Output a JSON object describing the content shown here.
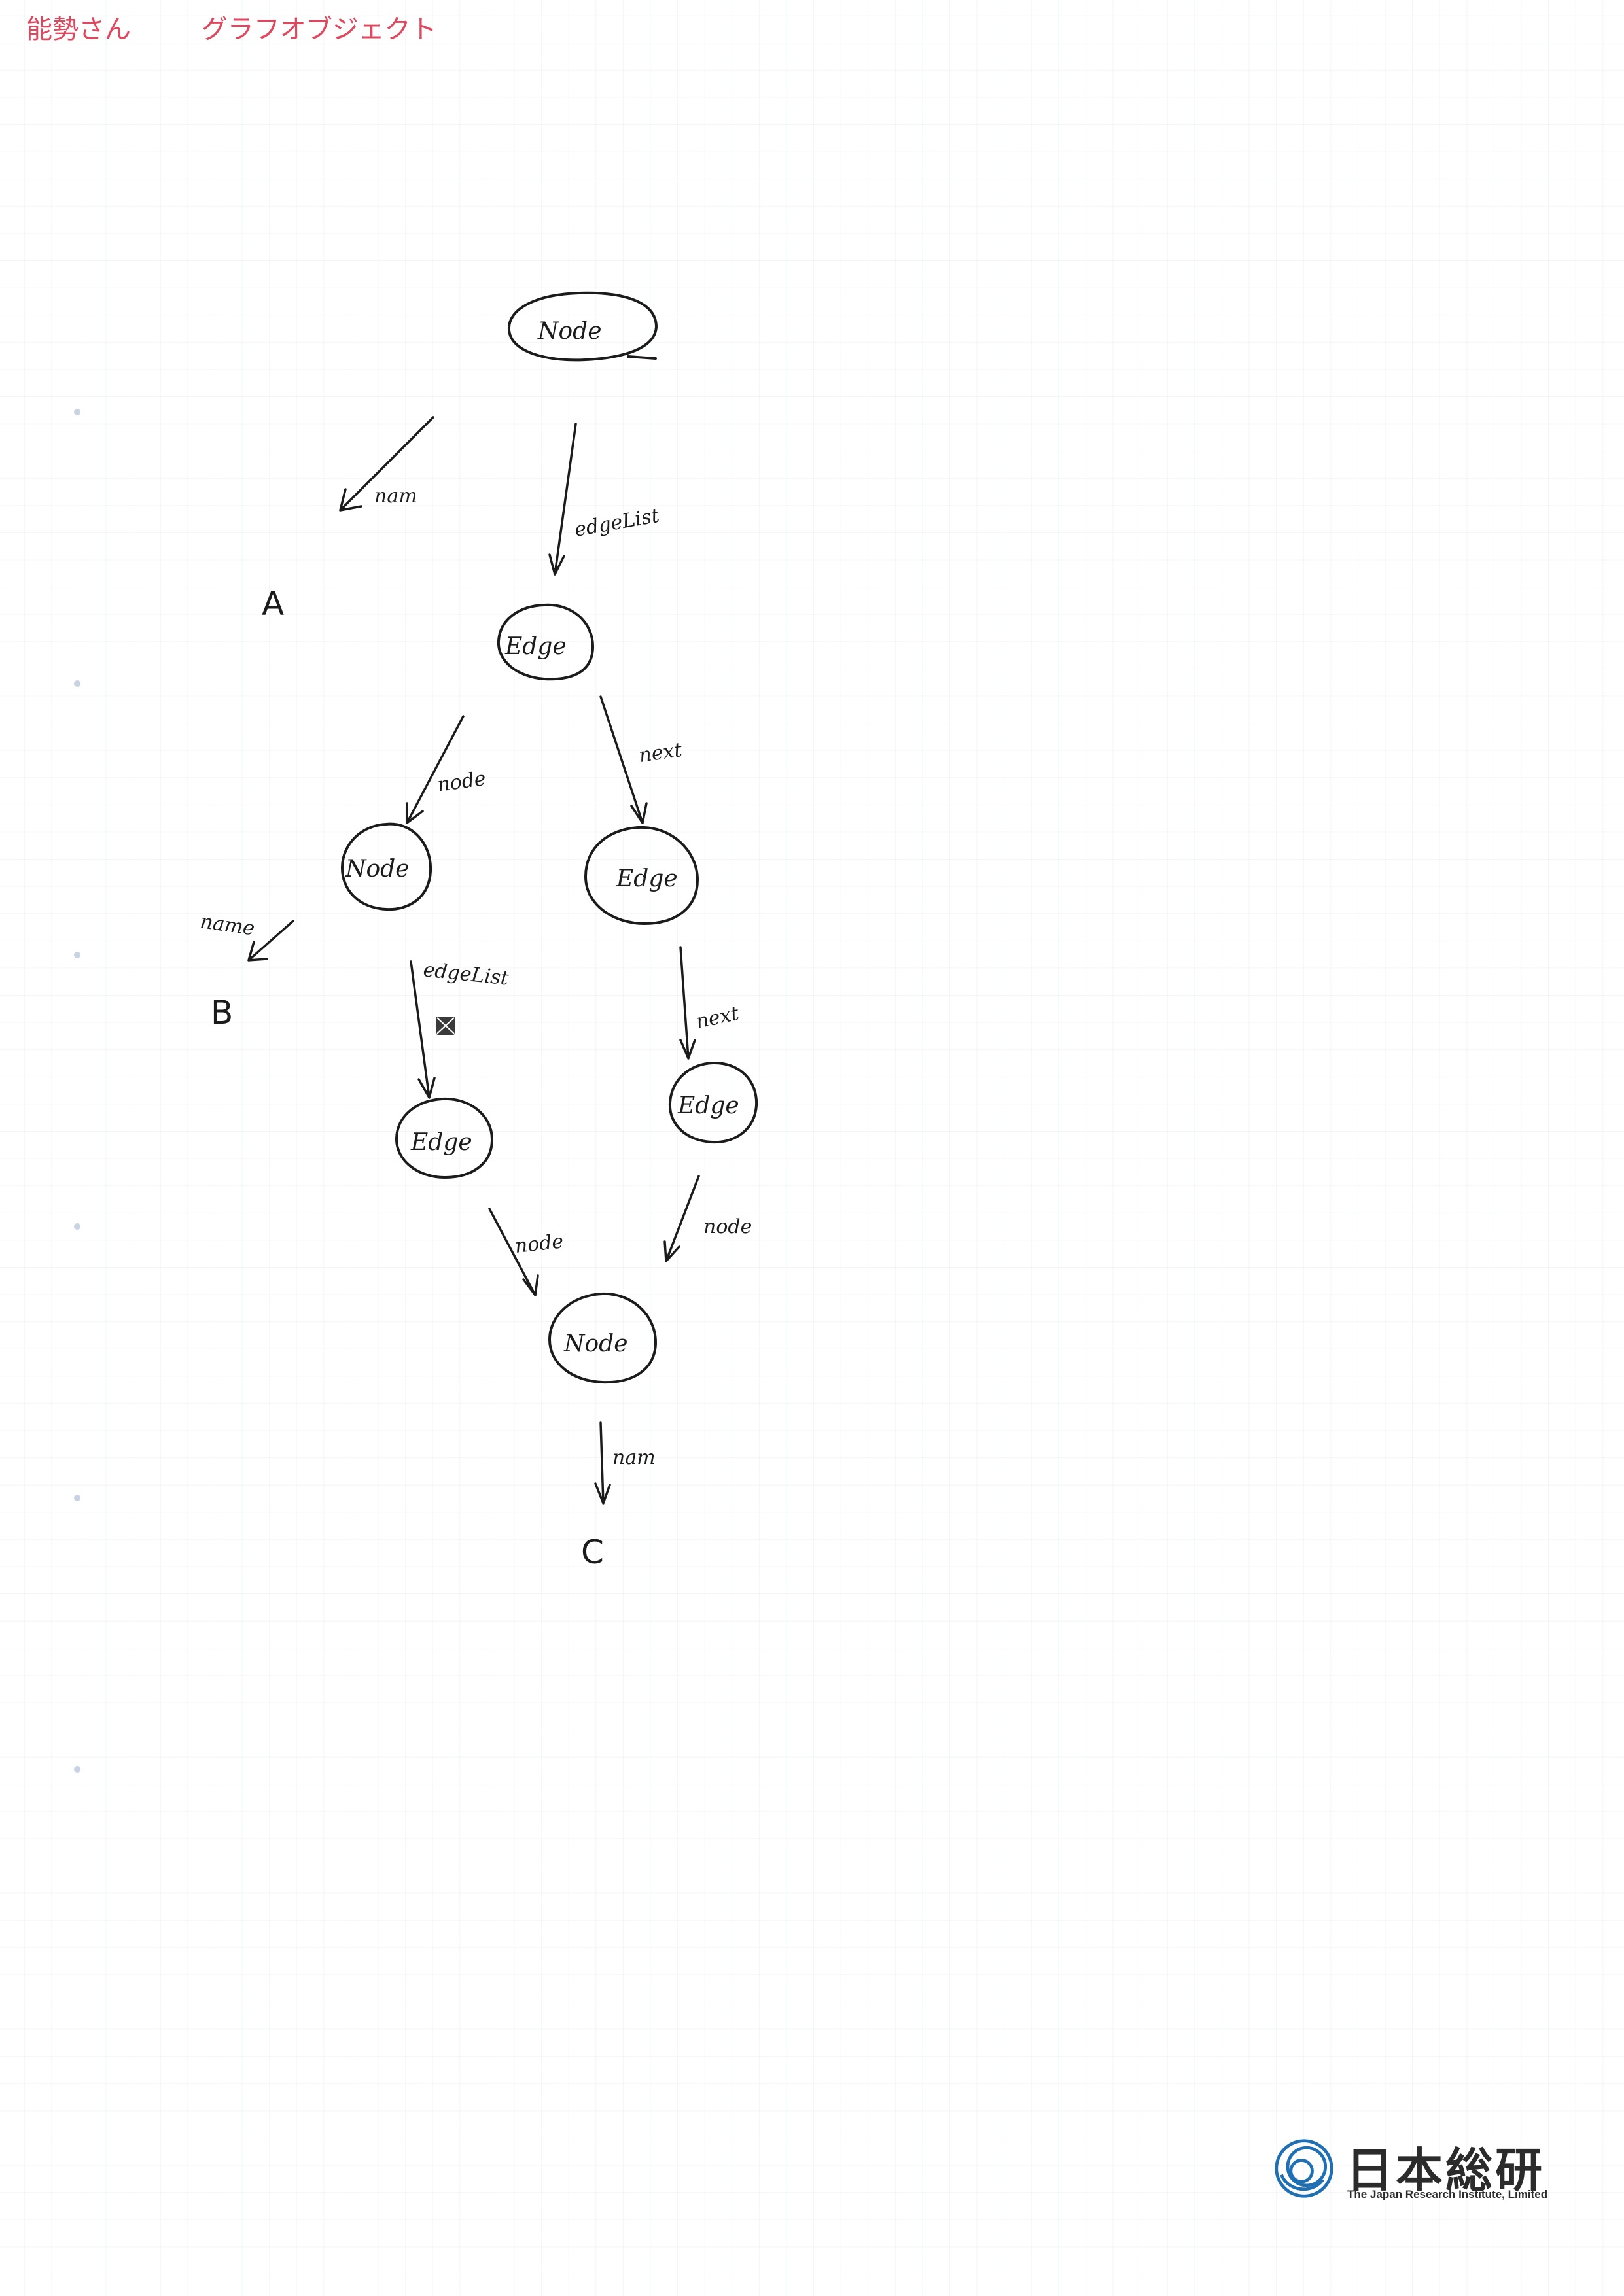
{
  "header": {
    "author": "能勢さん",
    "title": "グラフオブジェクト"
  },
  "diagram": {
    "nodes": [
      {
        "id": "n1",
        "label": "Node"
      },
      {
        "id": "e1",
        "label": "Edge"
      },
      {
        "id": "n2",
        "label": "Node"
      },
      {
        "id": "e2",
        "label": "Edge"
      },
      {
        "id": "e3",
        "label": "Edge"
      },
      {
        "id": "e4",
        "label": "Edge"
      },
      {
        "id": "n3",
        "label": "Node"
      }
    ],
    "terminals": [
      {
        "id": "a",
        "label": "A"
      },
      {
        "id": "b",
        "label": "B"
      },
      {
        "id": "c",
        "label": "C"
      }
    ],
    "edges": [
      {
        "from": "n1",
        "to": "a",
        "label": "nam"
      },
      {
        "from": "n1",
        "to": "e1",
        "label": "edgeList"
      },
      {
        "from": "e1",
        "to": "n2",
        "label": "node"
      },
      {
        "from": "e1",
        "to": "e2",
        "label": "next"
      },
      {
        "from": "n2",
        "to": "b",
        "label": "name"
      },
      {
        "from": "n2",
        "to": "e3",
        "label": "edgeList"
      },
      {
        "from": "e2",
        "to": "e4",
        "label": "next"
      },
      {
        "from": "e3",
        "to": "n3",
        "label": "node"
      },
      {
        "from": "e4",
        "to": "n3",
        "label": "node"
      },
      {
        "from": "n3",
        "to": "c",
        "label": "nam"
      }
    ]
  },
  "logo": {
    "name": "日本総研",
    "subtitle": "The Japan Research Institute, Limited",
    "mark_color": "#1f6fb5",
    "text_color": "#2b2b2b"
  },
  "colors": {
    "ink": "#1b1b1b",
    "header_ink": "#e0465c"
  }
}
